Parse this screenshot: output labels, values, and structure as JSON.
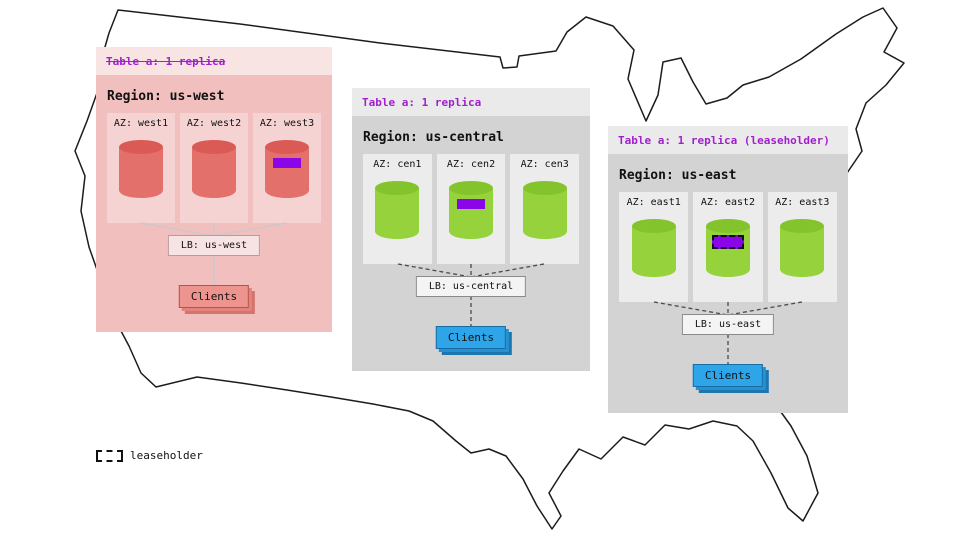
{
  "legend": {
    "label": "leaseholder"
  },
  "colors": {
    "accent_purple": "#a21fce",
    "range_purple": "#8a05e8",
    "replica_green": "#95d23c",
    "replica_red": "#e4706b",
    "clients_blue": "#2ea5e8",
    "region_gray": "#d3d3d3",
    "region_faded_pink": "#f2bfbf"
  },
  "regions": [
    {
      "key": "us-west",
      "table_label": "Table a: 1 replica",
      "table_label_struck": true,
      "region_label": "Region: us-west",
      "azs": [
        {
          "label": "AZ: west1",
          "range": "none"
        },
        {
          "label": "AZ: west2",
          "range": "none"
        },
        {
          "label": "AZ: west3",
          "range": "replica"
        }
      ],
      "lb_label": "LB: us-west",
      "clients_label": "Clients"
    },
    {
      "key": "us-central",
      "table_label": "Table a: 1 replica",
      "table_label_struck": false,
      "region_label": "Region: us-central",
      "azs": [
        {
          "label": "AZ: cen1",
          "range": "none"
        },
        {
          "label": "AZ: cen2",
          "range": "replica"
        },
        {
          "label": "AZ: cen3",
          "range": "none"
        }
      ],
      "lb_label": "LB: us-central",
      "clients_label": "Clients"
    },
    {
      "key": "us-east",
      "table_label": "Table a: 1 replica (leaseholder)",
      "table_label_struck": false,
      "region_label": "Region: us-east",
      "azs": [
        {
          "label": "AZ: east1",
          "range": "none"
        },
        {
          "label": "AZ: east2",
          "range": "leaseholder"
        },
        {
          "label": "AZ: east3",
          "range": "none"
        }
      ],
      "lb_label": "LB: us-east",
      "clients_label": "Clients"
    }
  ]
}
